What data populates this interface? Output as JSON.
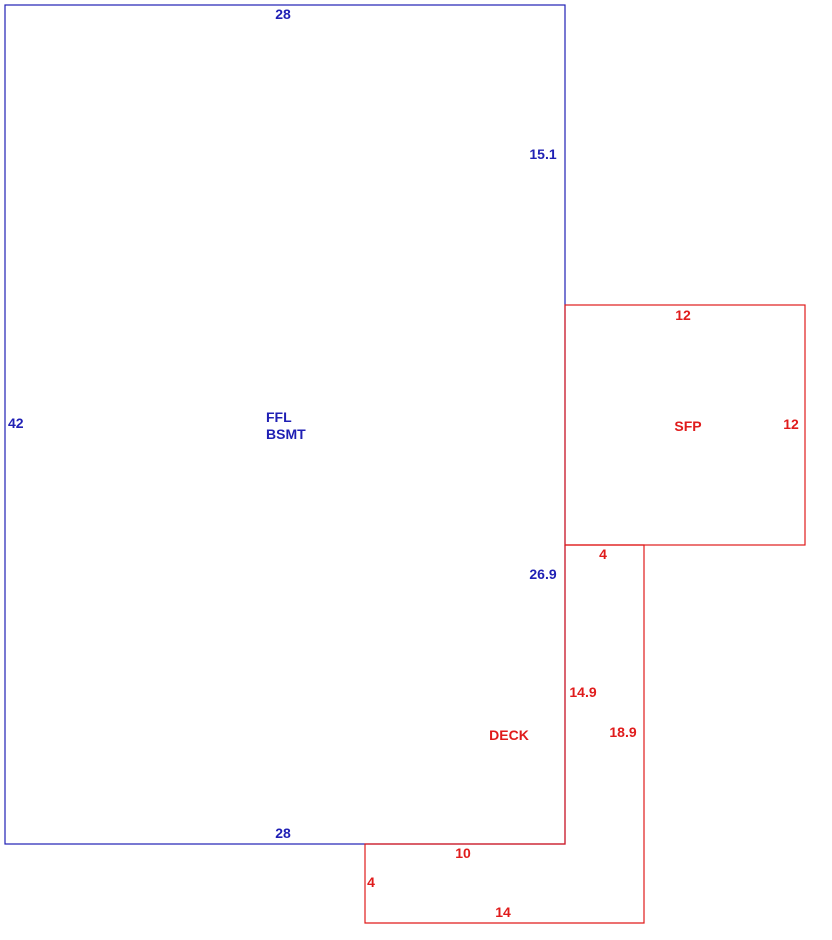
{
  "colors": {
    "main_area": "#1f1fb4",
    "additions": "#e01b1b"
  },
  "main_area": {
    "label_line1": "FFL",
    "label_line2": "BSMT",
    "dim_top": "28",
    "dim_bottom": "28",
    "dim_left": "42",
    "dim_right_upper": "15.1",
    "dim_right_lower": "26.9"
  },
  "sfp": {
    "label": "SFP",
    "dim_top": "12",
    "dim_right": "12",
    "dim_bottom": "4"
  },
  "deck": {
    "label": "DECK",
    "dim_inner_side": "14.9",
    "dim_outer_side": "18.9",
    "dim_top": "10",
    "dim_left": "4",
    "dim_bottom": "14"
  }
}
